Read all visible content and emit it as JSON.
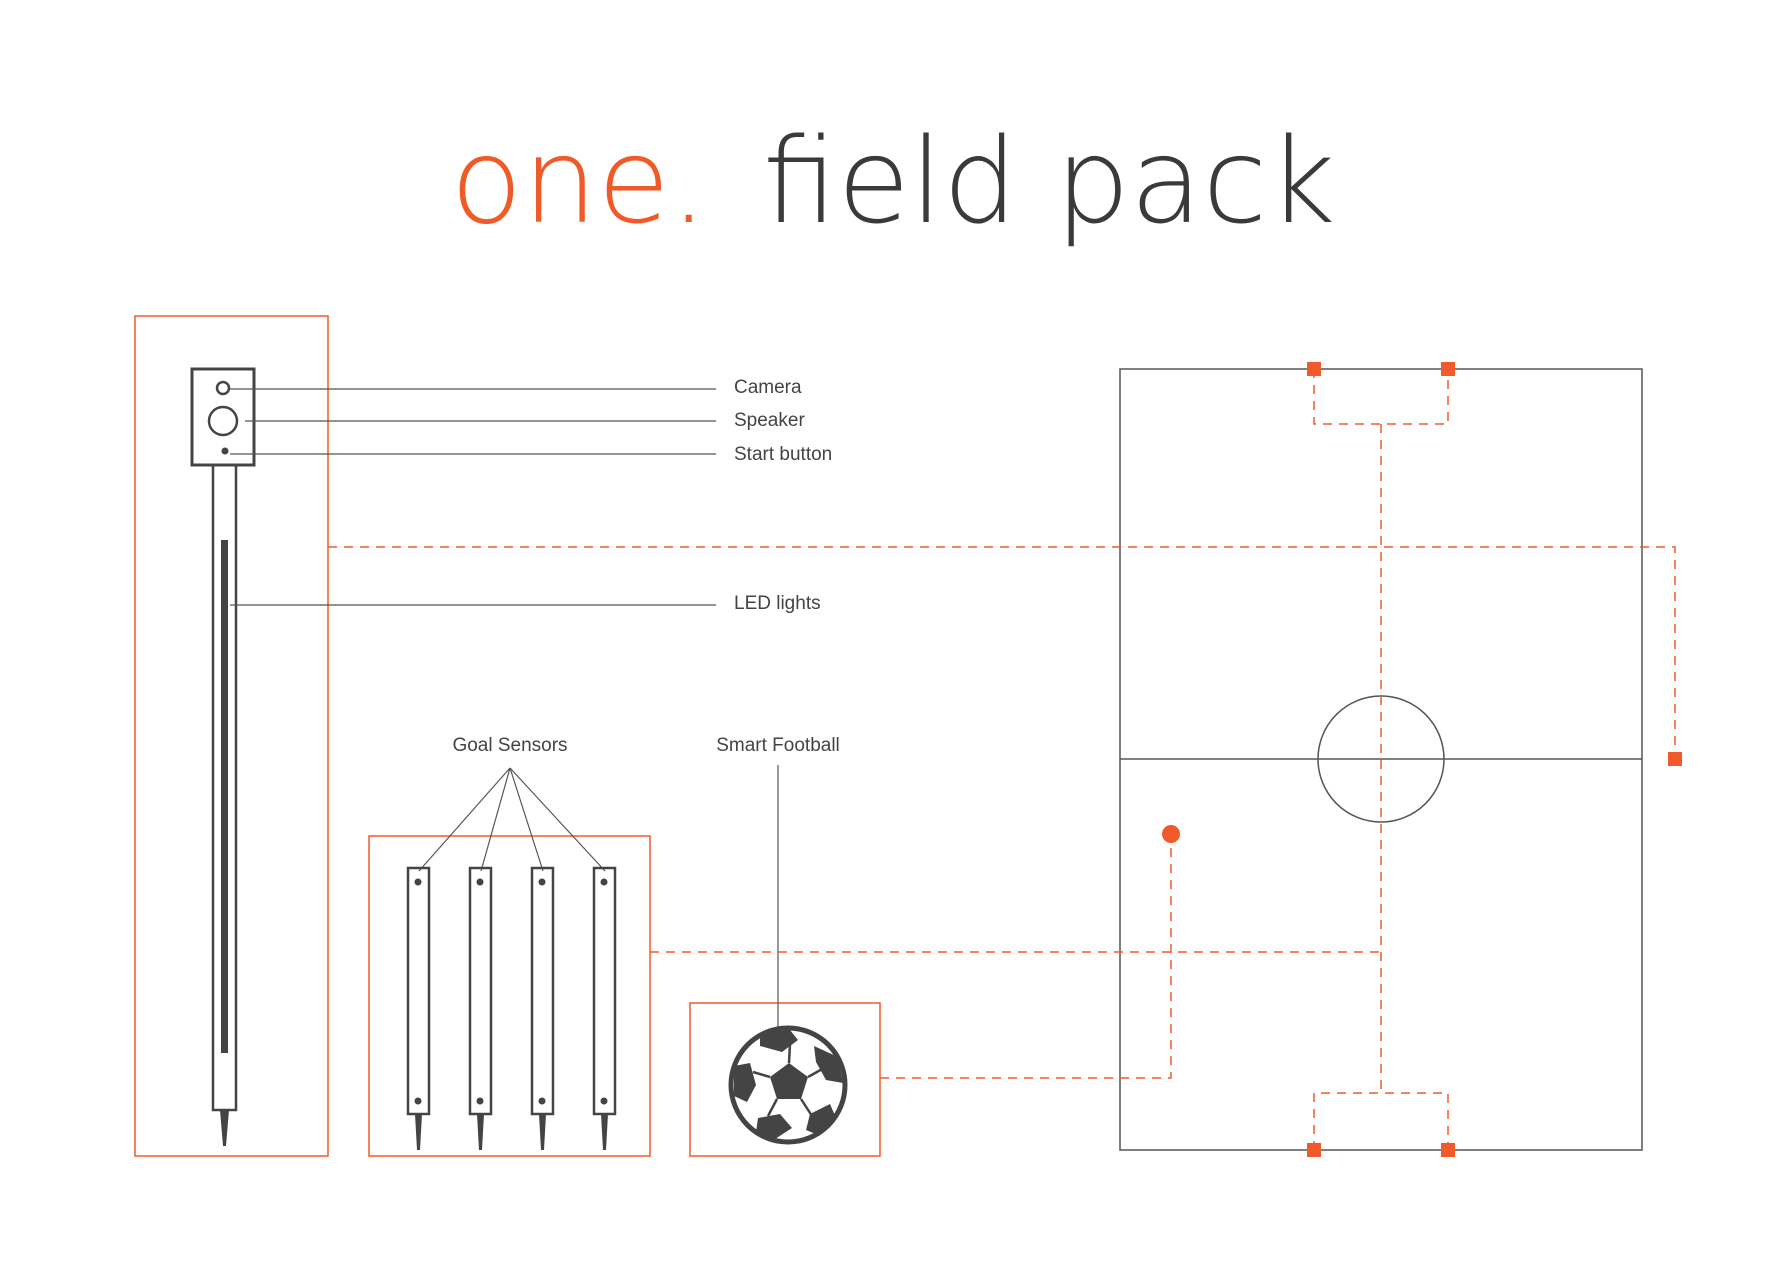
{
  "title": {
    "accent": "one.",
    "rest": "field pack"
  },
  "labels": {
    "camera": "Camera",
    "speaker": "Speaker",
    "start_button": "Start button",
    "led_lights": "LED lights",
    "goal_sensors": "Goal Sensors",
    "smart_football": "Smart Football"
  },
  "colors": {
    "accent": "#f05a28",
    "line": "#555555",
    "dark": "#444444"
  },
  "icons": {
    "ball": "soccer-ball-icon",
    "pole": "camera-pole-icon",
    "sensor": "goal-sensor-stake-icon",
    "field": "football-pitch-icon"
  }
}
